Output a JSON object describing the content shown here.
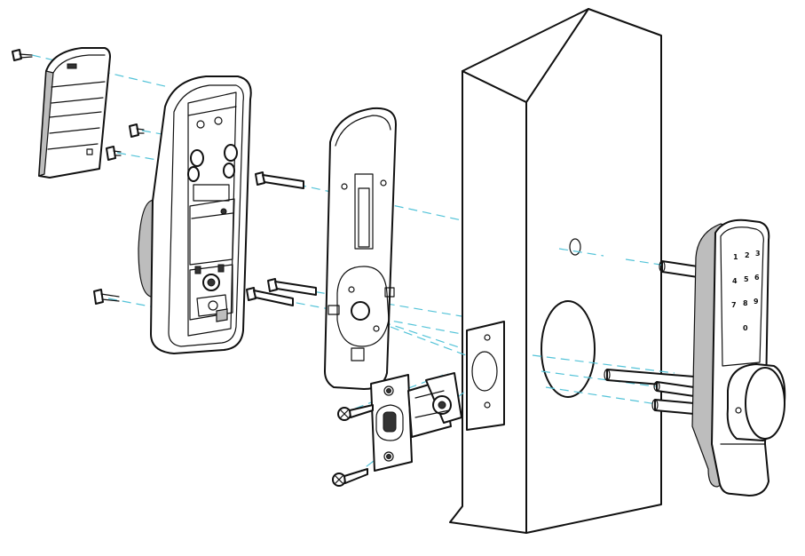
{
  "diagram": {
    "title": "",
    "keypad_digits": [
      "1",
      "2",
      "3",
      "4",
      "5",
      "6",
      "7",
      "8",
      "9",
      "0"
    ],
    "colors": {
      "line": "#111111",
      "fill": "#ffffff",
      "shade": "#bdbdbd",
      "axis": "#53c3d8"
    },
    "parts": [
      "battery-cover",
      "cover-screw",
      "interior-assembly",
      "mounting-screw",
      "mounting-plate",
      "door",
      "latch-bolt",
      "latch-screw",
      "exterior-keypad-assembly"
    ]
  }
}
